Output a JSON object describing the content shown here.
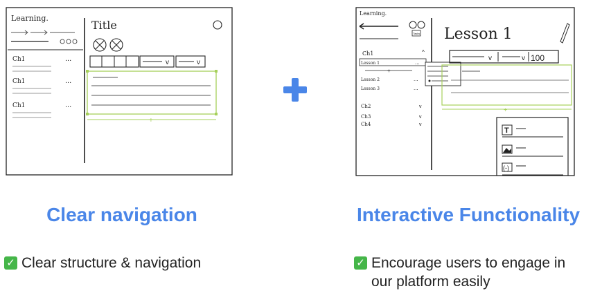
{
  "left_sketch": {
    "app_label": "Learning.",
    "title": "Title",
    "chapters": [
      "Ch1",
      "Ch1",
      "Ch1"
    ],
    "more": "..."
  },
  "right_sketch": {
    "app_label": "Learning.",
    "back_label": "Tasks",
    "title": "Lesson 1",
    "zoom": "100",
    "chapter_open": "Ch1",
    "lessons": [
      "Lesson 1",
      "Lesson 2",
      "Lesson 3"
    ],
    "chapters_collapsed": [
      "Ch2",
      "Ch3",
      "Ch4"
    ],
    "tool_icons": [
      "T"
    ]
  },
  "panels": [
    {
      "heading": "Clear navigation",
      "bullets": [
        "Clear structure & navigation"
      ]
    },
    {
      "heading": "Interactive Functionality",
      "bullets": [
        "Encourage users to engage in our platform easily"
      ]
    }
  ],
  "colors": {
    "accent": "#4a86e8",
    "check": "#45b649",
    "selection": "#a6d05a"
  }
}
